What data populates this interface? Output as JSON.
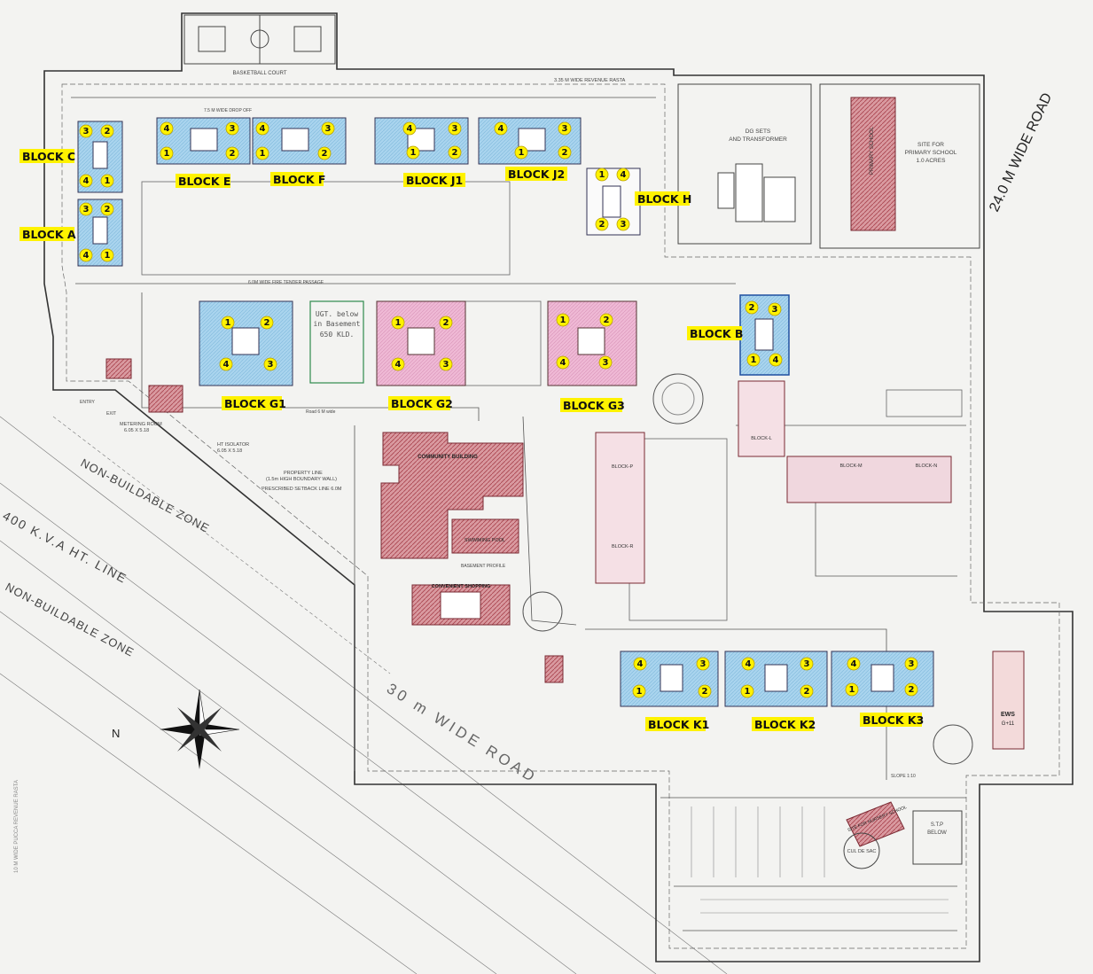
{
  "blocks": {
    "a": "BLOCK A",
    "b": "BLOCK B",
    "c": "BLOCK C",
    "e": "BLOCK E",
    "f": "BLOCK F",
    "g1": "BLOCK G1",
    "g2": "BLOCK G2",
    "g3": "BLOCK G3",
    "h": "BLOCK H",
    "j1": "BLOCK J1",
    "j2": "BLOCK J2",
    "k1": "BLOCK K1",
    "k2": "BLOCK K2",
    "k3": "BLOCK K3"
  },
  "labels": {
    "road_30m": "30 m WIDE ROAD",
    "road_24m": "24.0 M WIDE ROAD",
    "road_10m": "10 M WIDE PUCCA REVENUE RASTA",
    "revenue_rasta": "3.35 M WIDE REVENUE RASTA",
    "non_buildable_1": "NON-BUILDABLE ZONE",
    "non_buildable_2": "NON-BUILDABLE ZONE",
    "ht_line": "400 K.V.A  HT. LINE",
    "basketball": "BASKETBALL COURT",
    "dg_sets": "DG SETS",
    "transformer": "AND TRANSFORMER",
    "primary_school_1": "SITE FOR",
    "primary_school_2": "PRIMARY SCHOOL",
    "primary_school_3": "1.0 ACRES",
    "primary_school_tag": "PRIMARY SCHOOL",
    "community_building": "COMMUNITY BUILDING",
    "swimming_pool": "SWIMMING POOL",
    "convenient_shopping": "CONVENIENT SHOPPING",
    "nursery_school": "SITE FOR NURSERY SCHOOL",
    "stp": "S.T.P",
    "stp_below": "BELOW",
    "ugt_1": "UGT. below",
    "ugt_2": "in Basement",
    "ugt_3": "650 KLD.",
    "entry": "ENTRY",
    "exit": "EXIT",
    "metering_room": "METERING ROOM",
    "metering_dim": "6.05 X 5.18",
    "ht_isolator": "HT ISOLATOR",
    "ht_isolator_dim": "6.05 X 5.18",
    "property_line": "PROPERTY LINE",
    "boundary_wall": "(1.5m HIGH BOUNDARY WALL)",
    "setback": "PRESCRIBED SETBACK LINE 6.0M",
    "fire_passage": "6.0M WIDE FIRE TENDER PASSAGE",
    "drop_off": "7.5 M WIDE DROP OFF",
    "north": "N",
    "slope": "SLOPE 1:10",
    "road_6m": "Road  6 M  wide",
    "cul_de_sac": "CUL DE SAC",
    "ews": "EWS",
    "ews_sub": "G+11",
    "basement_profile": "BASEMENT PROFILE",
    "block_l": "BLOCK-L",
    "block_m": "BLOCK-M",
    "block_n": "BLOCK-N",
    "block_p": "BLOCK-P",
    "block_r": "BLOCK-R"
  },
  "units": {
    "c": [
      "3",
      "2",
      "4",
      "1"
    ],
    "a": [
      "3",
      "2",
      "4",
      "1"
    ],
    "e": [
      "4",
      "3",
      "1",
      "2"
    ],
    "f": [
      "4",
      "3",
      "1",
      "2"
    ],
    "j1": [
      "4",
      "3",
      "1",
      "2"
    ],
    "j2": [
      "4",
      "3",
      "1",
      "2"
    ],
    "h": [
      "1",
      "4",
      "2",
      "3"
    ],
    "g1": [
      "1",
      "2",
      "4",
      "3"
    ],
    "g2": [
      "1",
      "2",
      "4",
      "3"
    ],
    "g3": [
      "1",
      "2",
      "4",
      "3"
    ],
    "b": [
      "2",
      "3",
      "1",
      "4"
    ],
    "k1": [
      "4",
      "3",
      "1",
      "2"
    ],
    "k2": [
      "4",
      "3",
      "1",
      "2"
    ],
    "k3": [
      "4",
      "3",
      "1",
      "2"
    ]
  },
  "colors": {
    "label_highlight": "#fff200",
    "tower_blue": "#a9d4ee",
    "tower_pink": "#efb9d5",
    "amenity_red": "#c7646e",
    "tree_green": "#2f8a4d",
    "line": "#555555",
    "paper": "#f3f3f1"
  }
}
